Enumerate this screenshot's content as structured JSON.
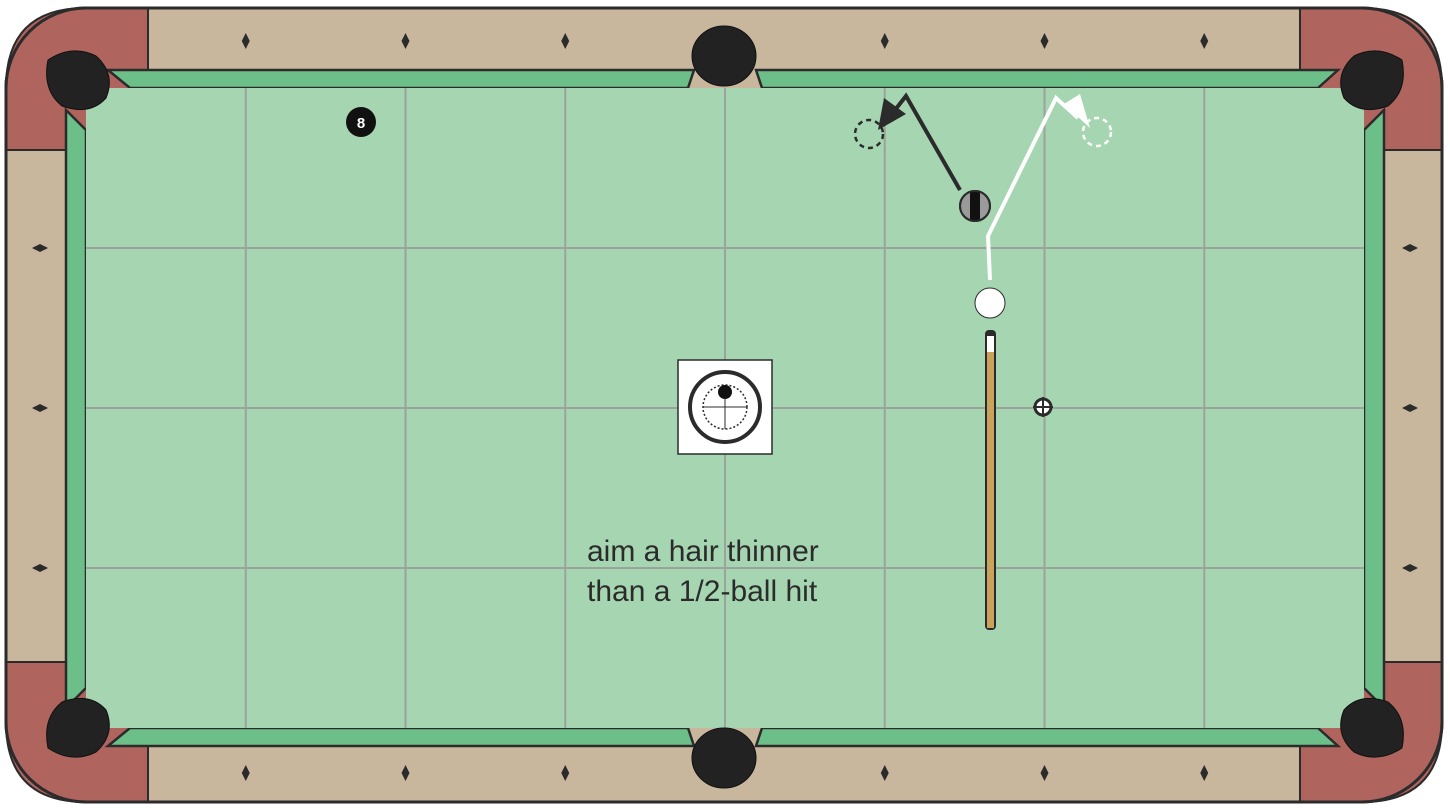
{
  "diagram": {
    "type": "pool-table-shot-diagram",
    "colors": {
      "rail": "#c8b79c",
      "corner_rail": "#b0645e",
      "cushion": "#6dbf8a",
      "felt": "#a6d5b1",
      "grid": "#9aa39c",
      "outline": "#2b2b2b",
      "pocket": "#222222",
      "cue_stick": "#c9a35c",
      "object_ball_path": "#2b2b2b",
      "cue_ball_path": "#ffffff"
    },
    "grid": {
      "columns": 8,
      "rows": 4
    },
    "diamonds_per_long_rail_half": 3,
    "diamonds_per_short_rail": 3,
    "balls": {
      "eight_ball": {
        "label": "8",
        "color": "#111111"
      },
      "object_ball": {
        "style": "striped",
        "stripe_color": "#111111",
        "base_color": "#9a9a9a"
      },
      "cue_ball": {
        "color": "#ffffff"
      }
    },
    "target_icon": "cue-tip-position-icon",
    "crosshair_icon": "crosshair-icon",
    "annotation": {
      "line1": "aim a hair thinner",
      "line2": "than a 1/2-ball hit"
    }
  }
}
